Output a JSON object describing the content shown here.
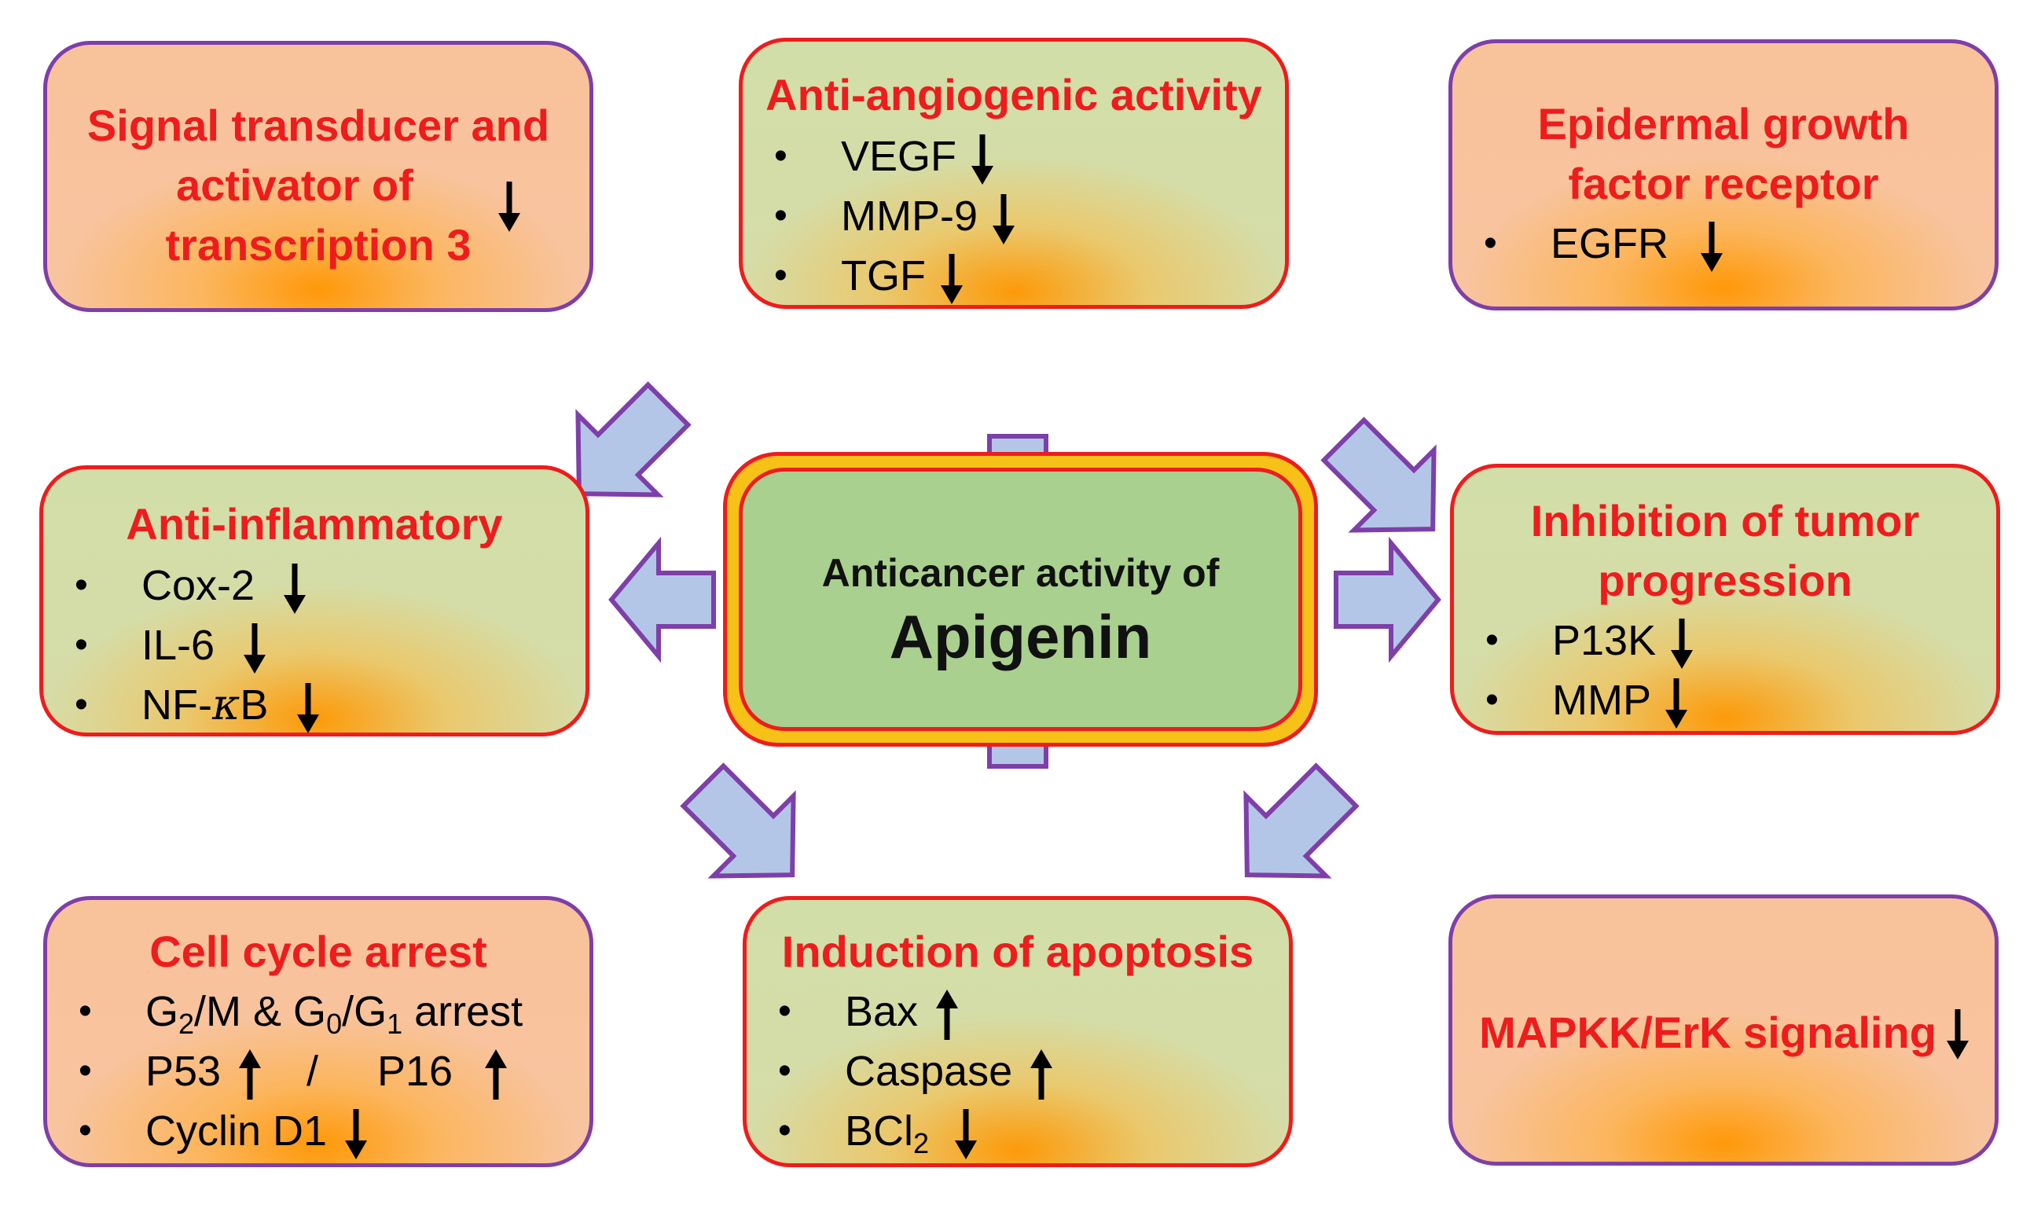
{
  "center": {
    "subtitle": "Anticancer activity of",
    "title": "Apigenin"
  },
  "boxes": {
    "stat3": {
      "title_lines": [
        "Signal transducer and",
        "activator of",
        "transcription 3"
      ],
      "effect": "down"
    },
    "angio": {
      "title": "Anti-angiogenic activity",
      "items": [
        {
          "label": "VEGF",
          "effect": "down"
        },
        {
          "label": "MMP-9",
          "effect": "down"
        },
        {
          "label": "TGF",
          "effect": "down"
        }
      ]
    },
    "egfr": {
      "title_lines": [
        "Epidermal growth",
        "factor receptor"
      ],
      "items": [
        {
          "label": "EGFR",
          "effect": "down"
        }
      ]
    },
    "inflam": {
      "title": "Anti-inflammatory",
      "items": [
        {
          "label": "Cox-2",
          "effect": "down"
        },
        {
          "label": "IL-6",
          "effect": "down"
        },
        {
          "prefix": "NF-",
          "kappa": "κ",
          "suffix": "B",
          "effect": "down"
        }
      ]
    },
    "tumor": {
      "title_lines": [
        "Inhibition of tumor",
        "progression"
      ],
      "items": [
        {
          "label": "P13K",
          "effect": "down"
        },
        {
          "label": "MMP",
          "effect": "down"
        }
      ]
    },
    "cell": {
      "title": "Cell cycle arrest",
      "arrest": {
        "g": "G",
        "sub2": "2",
        "m": "/M & G",
        "sub0": "0",
        "slash": "/G",
        "sub1": "1",
        "rest": " arrest"
      },
      "p53": {
        "label": "P53",
        "effect": "up"
      },
      "separator": "/",
      "p16": {
        "label": "P16",
        "effect": "up"
      },
      "cyclin": {
        "label": "Cyclin D1",
        "effect": "down"
      }
    },
    "apop": {
      "title": "Induction of apoptosis",
      "items": [
        {
          "label": "Bax",
          "effect": "up"
        },
        {
          "label": "Caspase",
          "effect": "up"
        }
      ],
      "bcl": {
        "label": "BCl",
        "sub": "2",
        "effect": "down"
      }
    },
    "mapk": {
      "title": "MAPKK/ErK signaling",
      "effect": "down"
    }
  },
  "bullet_glyph": "•",
  "colors": {
    "title_red": "#ee1c1c",
    "border_purple": "#7e3fa8",
    "arrow_fill": "#b4c6e7",
    "arrow_stroke": "#7e3fa8",
    "center_fill": "#a9d08e",
    "center_ring": "#f7c217"
  }
}
